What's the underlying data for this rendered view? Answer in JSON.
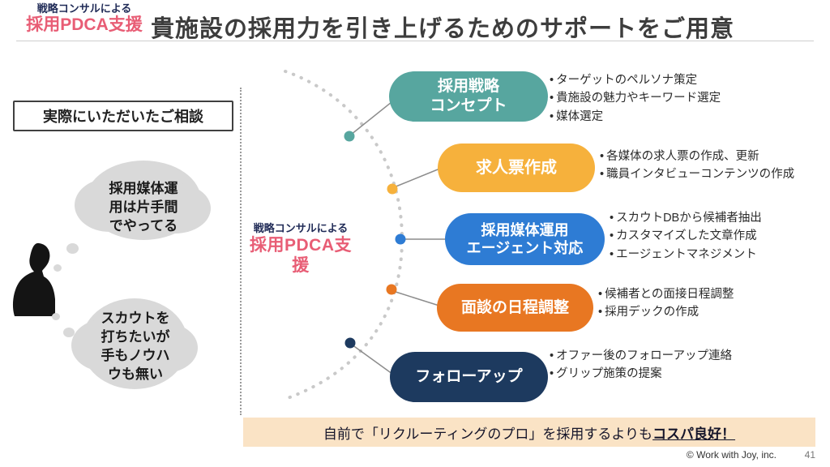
{
  "header": {
    "eyebrow_top": "戦略コンサルによる",
    "eyebrow_main": "採用PDCA支援",
    "title": "貴施設の採用力を引き上げるためのサポートをご用意"
  },
  "colors": {
    "accent_pink": "#e85d75",
    "navy": "#1f2a56",
    "banner_bg": "#fae3c5",
    "cloud_gray": "#d9d9d9"
  },
  "consult": {
    "heading": "実際にいただいたご相談",
    "thought1": "採用媒体運用は片手間でやってる",
    "thought2": "スカウトを打ちたいが手もノウハウも無い"
  },
  "center_label": {
    "top": "戦略コンサルによる",
    "main": "採用PDCA支援"
  },
  "steps": [
    {
      "label_lines": [
        "採用戦略",
        "コンセプト"
      ],
      "color": "#57a69f",
      "bullets": [
        "ターゲットのペルソナ策定",
        "貴施設の魅力やキーワード選定",
        "媒体選定"
      ]
    },
    {
      "label_lines": [
        "求人票作成"
      ],
      "color": "#f6b13c",
      "bullets": [
        "各媒体の求人票の作成、更新",
        "職員インタビューコンテンツの作成"
      ]
    },
    {
      "label_lines": [
        "採用媒体運用",
        "エージェント対応"
      ],
      "color": "#2e7cd4",
      "bullets": [
        "スカウトDBから候補者抽出",
        "カスタマイズした文章作成",
        "エージェントマネジメント"
      ]
    },
    {
      "label_lines": [
        "面談の日程調整"
      ],
      "color": "#e87722",
      "bullets": [
        "候補者との面接日程調整",
        "採用デックの作成"
      ]
    },
    {
      "label_lines": [
        "フォローアップ"
      ],
      "color": "#1d3a5f",
      "bullets": [
        "オファー後のフォローアップ連絡",
        "グリップ施策の提案"
      ]
    }
  ],
  "banner": {
    "text_normal": "自前で「リクルーティングのプロ」を採用するよりも",
    "text_emphasis": "コスパ良好！"
  },
  "footer": {
    "copyright": "© Work with Joy, inc.",
    "page": "41"
  }
}
